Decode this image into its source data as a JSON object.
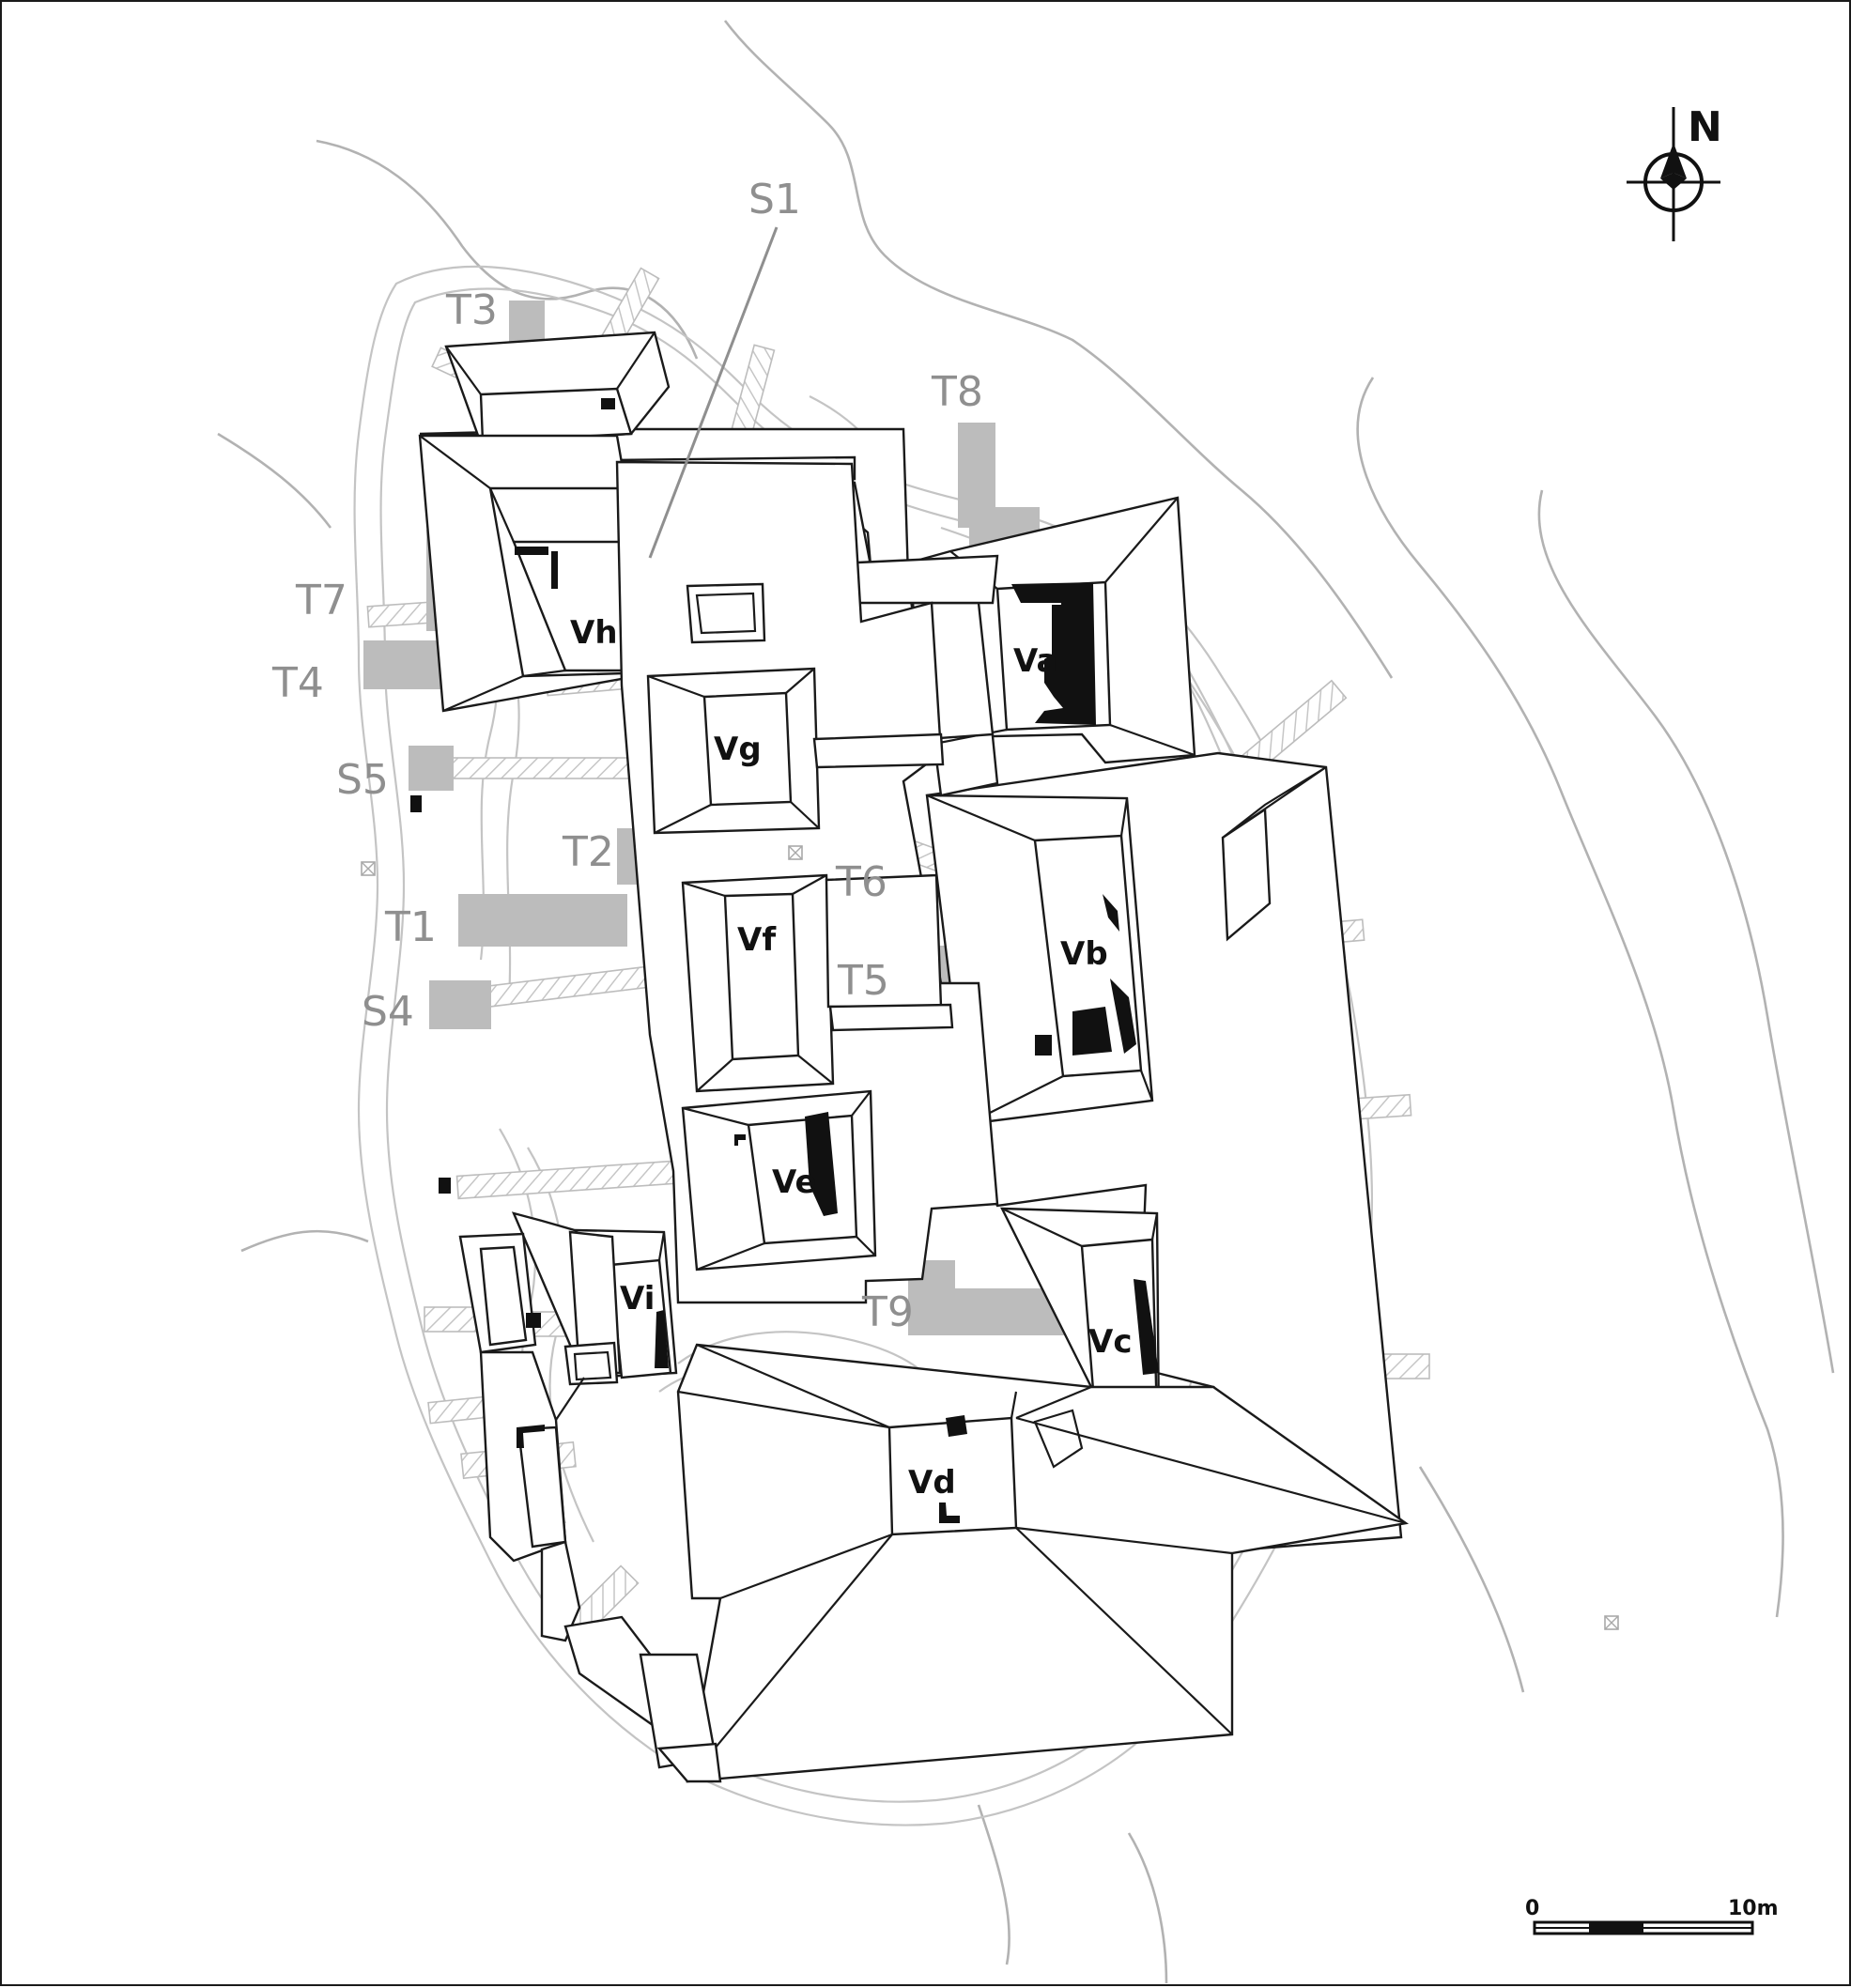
{
  "map": {
    "trench_labels": {
      "s1": "S1",
      "t3": "T3",
      "t8": "T8",
      "t7": "T7",
      "t4": "T4",
      "s5": "S5",
      "t2": "T2",
      "t6": "T6",
      "t1": "T1",
      "t5": "T5",
      "s4": "S4",
      "t9": "T9"
    },
    "building_labels": {
      "va": "Va",
      "vb": "Vb",
      "vc": "Vc",
      "vd": "Vd",
      "ve": "Ve",
      "vf": "Vf",
      "vg": "Vg",
      "vh": "Vh",
      "vi": "Vi"
    },
    "north_arrow": {
      "label": "N",
      "icon": "north-arrow-icon"
    },
    "scale_bar": {
      "start_label": "0",
      "end_label": "10m"
    },
    "colors": {
      "wall": "#111111",
      "trench": "#bcbcbc",
      "contour": "#c4c4c4",
      "building_outline": "#1a1a1a",
      "trench_label": "#8f8f8f"
    }
  }
}
